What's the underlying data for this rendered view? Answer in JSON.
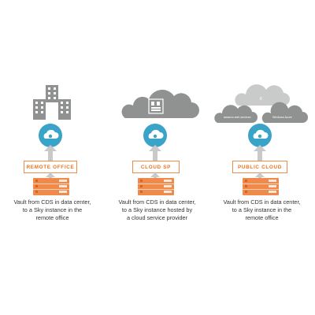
{
  "columns": [
    {
      "id": "remote",
      "label": "REMOTE OFFICE",
      "caption_lines": [
        "Vault from CDS in data center,",
        "to a Sky instance in the",
        "remote office"
      ],
      "top_art": "office-buildings"
    },
    {
      "id": "cloudsp",
      "label": "CLOUD SP",
      "caption_lines": [
        "Vault from CDS in data center,",
        "to a Sky instance hosted by",
        "a cloud service provider"
      ],
      "top_art": "cloud-with-server-icon"
    },
    {
      "id": "public",
      "label": "PUBLIC CLOUD",
      "caption_lines": [
        "Vault from CDS in data center,",
        "to a Sky instance in the",
        "remote office"
      ],
      "top_art": "public-clouds",
      "cloud_labels": {
        "left": "amazon web services",
        "right": "Windows Azure"
      }
    }
  ],
  "colors": {
    "orange": "#f08a4b",
    "orange_dark": "#d9641f",
    "teal": "#3aa3c8",
    "gray": "#8f9291",
    "arrow_gray": "#c9c9c9"
  }
}
